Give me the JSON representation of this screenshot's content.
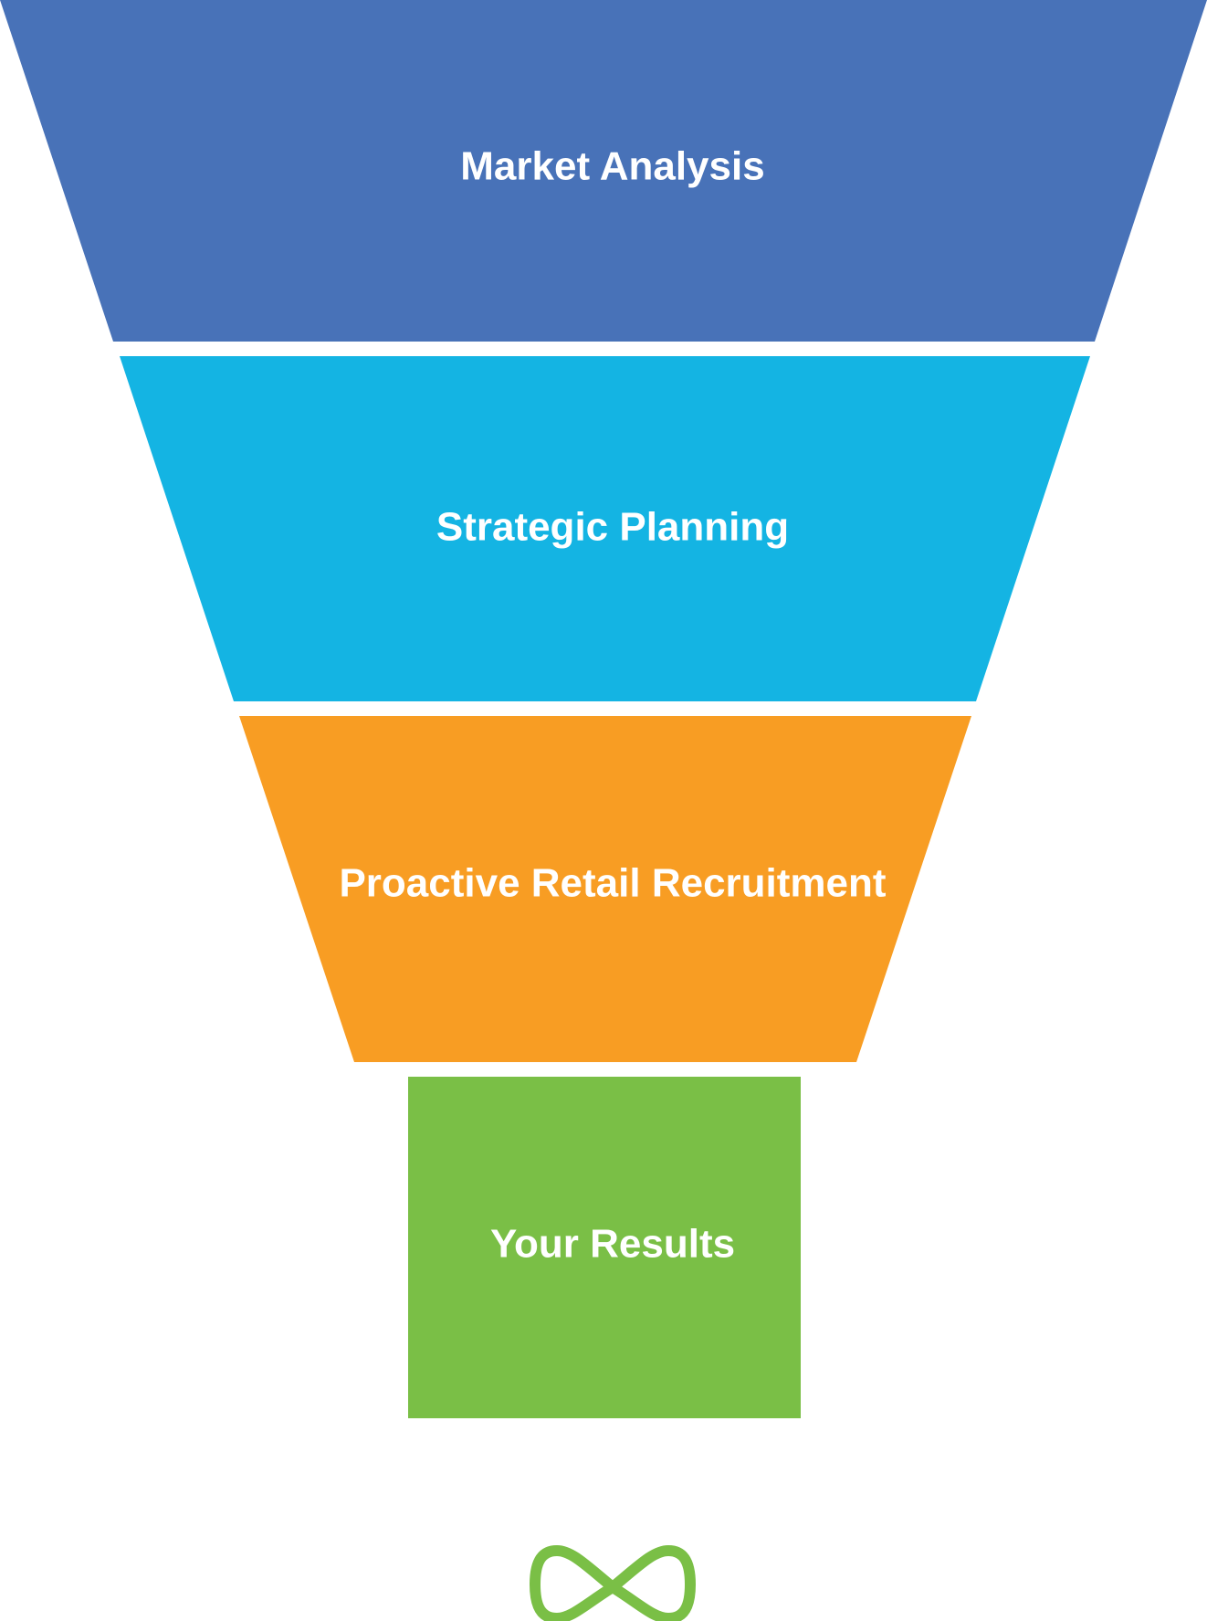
{
  "stages": [
    {
      "label": "Market Analysis",
      "color": "#4872B8",
      "shape": "trapezoid"
    },
    {
      "label": "Strategic Planning",
      "color": "#14B4E3",
      "shape": "trapezoid"
    },
    {
      "label": "Proactive Retail Recruitment",
      "color": "#F89D23",
      "shape": "trapezoid"
    },
    {
      "label": "Your Results",
      "color": "#7ABF46",
      "shape": "rectangle"
    }
  ],
  "logo": {
    "icon": "infinity-icon",
    "color": "#7ABF46"
  }
}
